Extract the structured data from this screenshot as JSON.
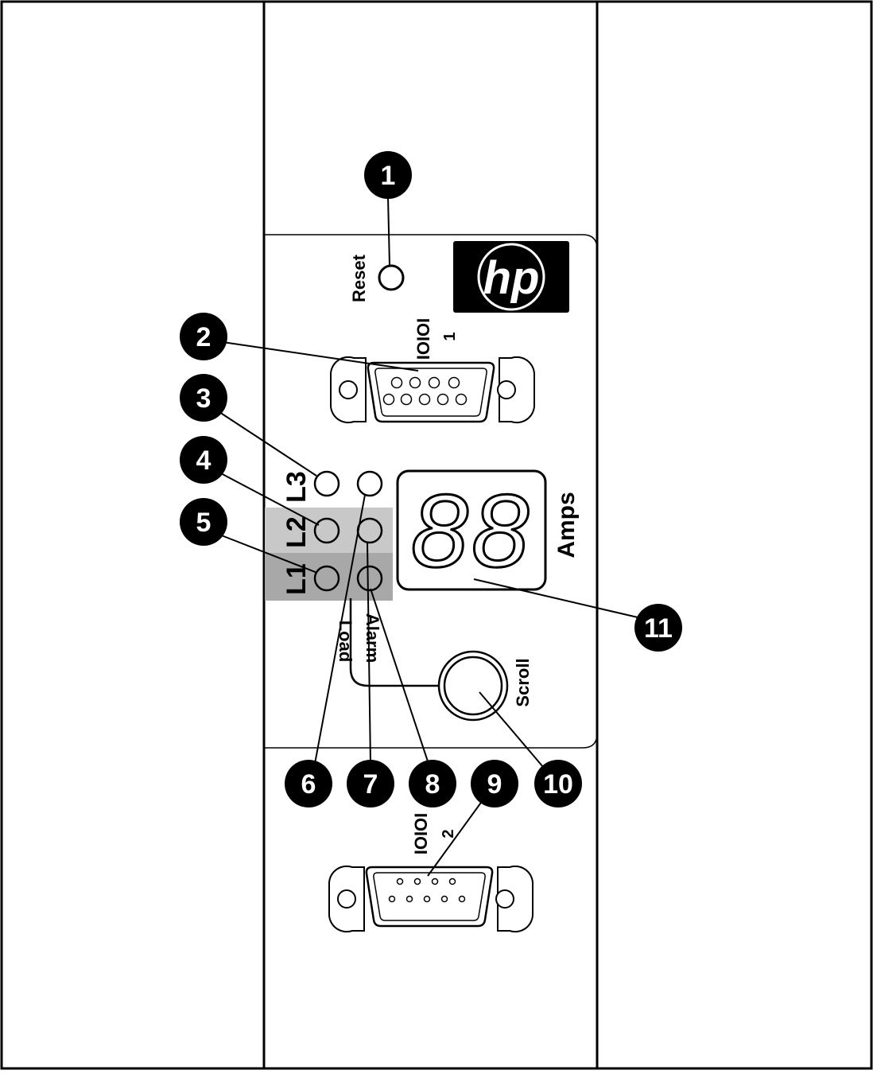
{
  "panel": {
    "reset_label": "Reset",
    "logo_text": "hp",
    "serial_port_1_symbol": "IOIOI",
    "serial_port_1_number": "1",
    "serial_port_2_symbol": "IOIOI",
    "serial_port_2_number": "2",
    "led_labels": [
      "L3",
      "L2",
      "L1"
    ],
    "load_label": "Load",
    "alarm_label": "Alarm",
    "display_reading": "88",
    "display_unit": "Amps",
    "scroll_label": "Scroll"
  },
  "callouts": [
    "1",
    "2",
    "3",
    "4",
    "5",
    "6",
    "7",
    "8",
    "9",
    "10",
    "11"
  ],
  "colors": {
    "line": "#000000",
    "highlight_l2": "#c8c8c8",
    "highlight_l1": "#a8a8a8",
    "logo_bg": "#000000",
    "logo_fg": "#ffffff"
  }
}
